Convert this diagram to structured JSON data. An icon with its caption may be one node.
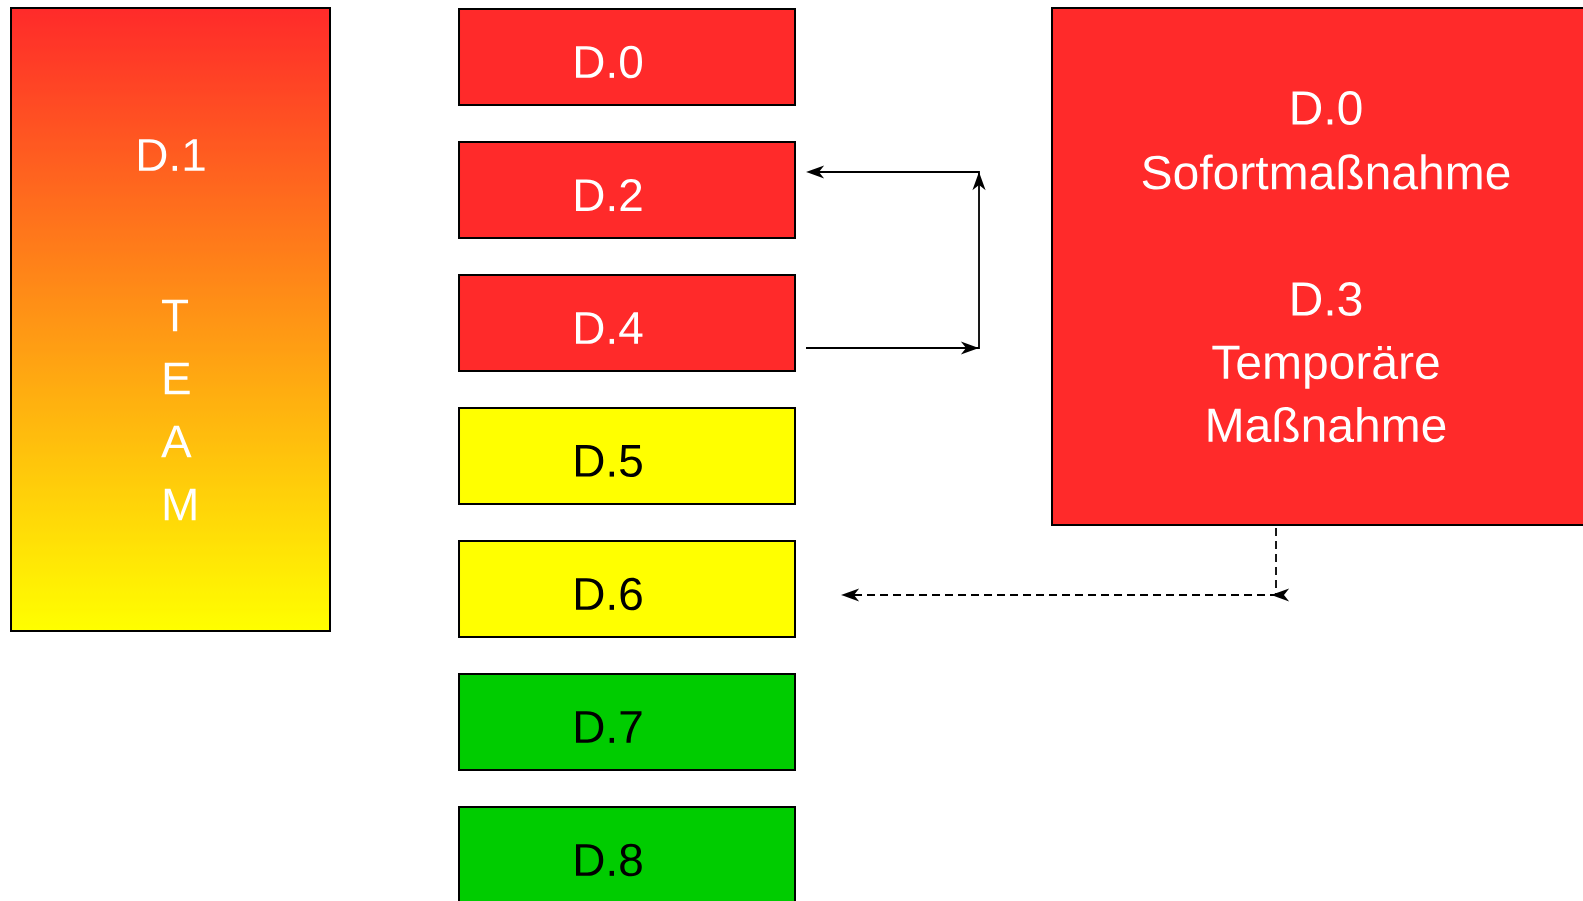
{
  "diagram": {
    "nodes": [
      {
        "text": [
          "D.1",
          "T E A M"
        ]
      },
      {
        "text": [
          "D.0"
        ]
      },
      {
        "text": [
          "D.2"
        ]
      },
      {
        "text": [
          "D.4"
        ]
      },
      {
        "text": [
          "D.5"
        ]
      },
      {
        "text": [
          "D.6"
        ]
      },
      {
        "text": [
          "D.7"
        ]
      },
      {
        "text": [
          "D.8"
        ]
      },
      {
        "text": [
          "D.0",
          "Sofortmaßnahme",
          "D.3",
          "Temporäre Maßnahme"
        ]
      }
    ],
    "edges": [
      {
        "from": 3,
        "to": 2,
        "arrow": "to"
      },
      {
        "from": 8,
        "to": 5,
        "arrow": "to",
        "style": "dashed"
      }
    ]
  }
}
